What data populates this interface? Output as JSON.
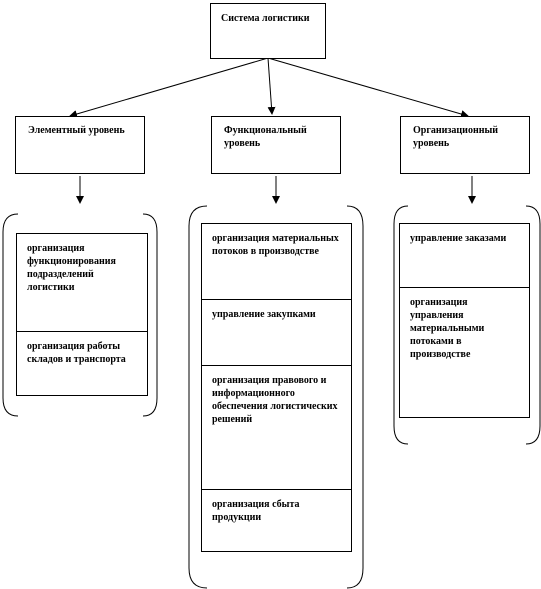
{
  "root": {
    "label": "Система логистики"
  },
  "levels": [
    {
      "title": "Элементный уровень",
      "items": [
        "организация функционирования подразделений логистики",
        "организация работы складов и транспорта"
      ]
    },
    {
      "title": "Функциональный уровень",
      "items": [
        "организация материальных потоков в производстве",
        "управление закупками",
        "организация правового и информационного обеспечения логистических решений",
        "организация сбыта продукции"
      ]
    },
    {
      "title": "Организационный уровень",
      "items": [
        "управление заказами",
        "организация управления материальными потоками в производстве"
      ]
    }
  ]
}
